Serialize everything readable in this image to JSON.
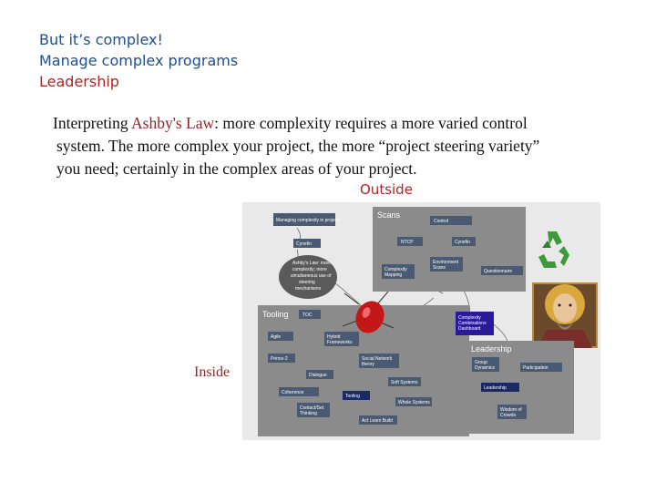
{
  "slide": {
    "line1": "But it’s complex!",
    "line2": "Manage complex programs",
    "line3": "Leadership",
    "para_pre": "Interpreting ",
    "para_highlight": "Ashby's Law",
    "para_post1": ": more complexity requires a more varied control",
    "para_line2": "system. The more complex your project, the more “project steering variety”",
    "para_line3": "you need; certainly in the complex areas of your project.",
    "outside_label": "Outside",
    "inside_label": "Inside"
  },
  "diagram": {
    "managing": "Managing complexity in projects",
    "cynefin": "Cynefin",
    "ashby": [
      "Ashby's Law: more",
      "complexity; more",
      "simultaneous use of",
      "steering",
      "mechanisms"
    ],
    "scans_title": "Scans",
    "control": "Control",
    "ntcp": "NTCP",
    "cynefin2": "Cynefin",
    "env_scans": [
      "Environment",
      "Scans"
    ],
    "complexity_mapping": [
      "Complexity",
      "Mapping"
    ],
    "questionnaire": "Questionnaire",
    "tooling_title": "Tooling",
    "toc": "TOC",
    "dashboard": [
      "Complexity",
      "Combinations",
      "Dashboard"
    ],
    "agile": "Agile",
    "hybrid": [
      "Hybrid",
      "Frameworks"
    ],
    "prince2": "Prince-2",
    "social": [
      "Social Network",
      "theory"
    ],
    "dialogue": "Dialogue",
    "soft_systems": "Soft Systems",
    "leadership_title": "Leadership",
    "group": [
      "Group",
      "Dynamics"
    ],
    "participation": "Participation",
    "leadership_box": "Leadership",
    "coherence": "Coherence",
    "tooling_box": "Tooling",
    "whole_systems": "Whole Systems",
    "contact": [
      "Contact/Set",
      "Thinking"
    ],
    "act_learn": "Act Learn Build",
    "wisdom": [
      "Wisdom of",
      "Crowds"
    ]
  }
}
